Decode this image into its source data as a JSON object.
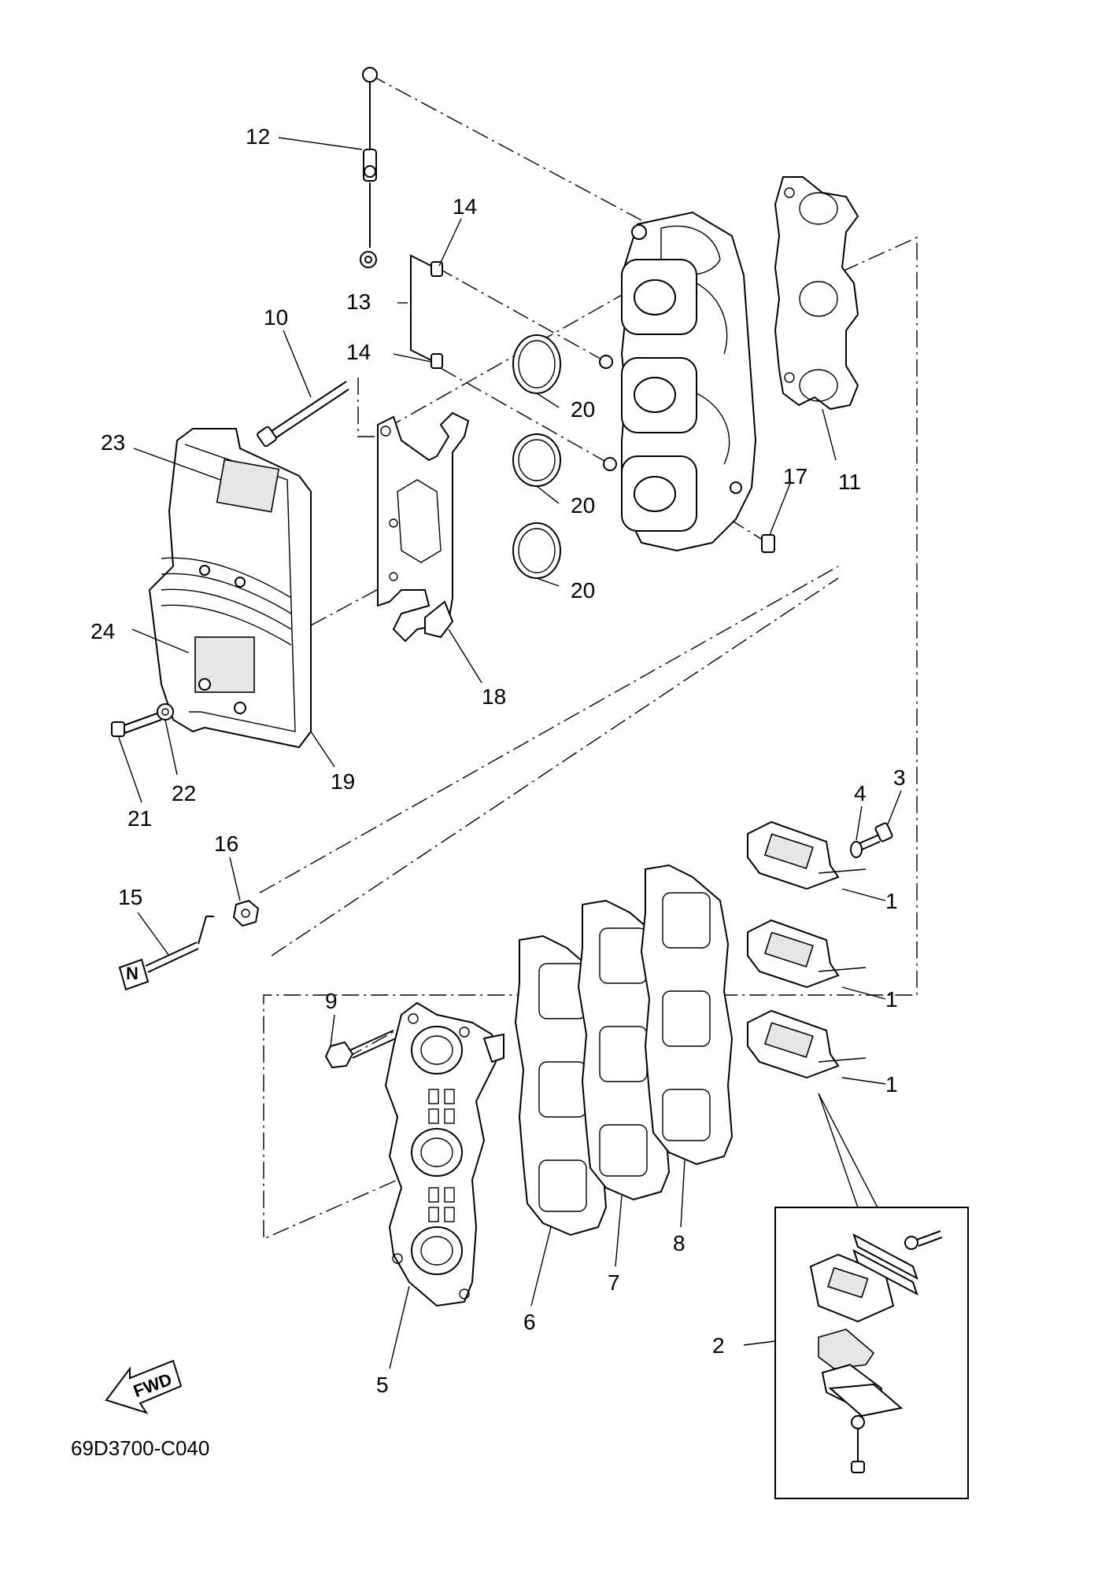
{
  "diagram_code": "69D3700-C040",
  "direction_label": "FWD",
  "callouts": {
    "c1a": "1",
    "c1b": "1",
    "c1c": "1",
    "c2": "2",
    "c3": "3",
    "c4": "4",
    "c5": "5",
    "c6": "6",
    "c7": "7",
    "c8": "8",
    "c9": "9",
    "c10": "10",
    "c11": "11",
    "c12": "12",
    "c13": "13",
    "c14a": "14",
    "c14b": "14",
    "c15": "15",
    "c16": "16",
    "c17": "17",
    "c18": "18",
    "c19": "19",
    "c20a": "20",
    "c20b": "20",
    "c20c": "20",
    "c21": "21",
    "c22": "22",
    "c23": "23",
    "c24": "24"
  },
  "colors": {
    "ink": "#000000",
    "paper": "#ffffff",
    "shade": "#e6e6e6"
  }
}
